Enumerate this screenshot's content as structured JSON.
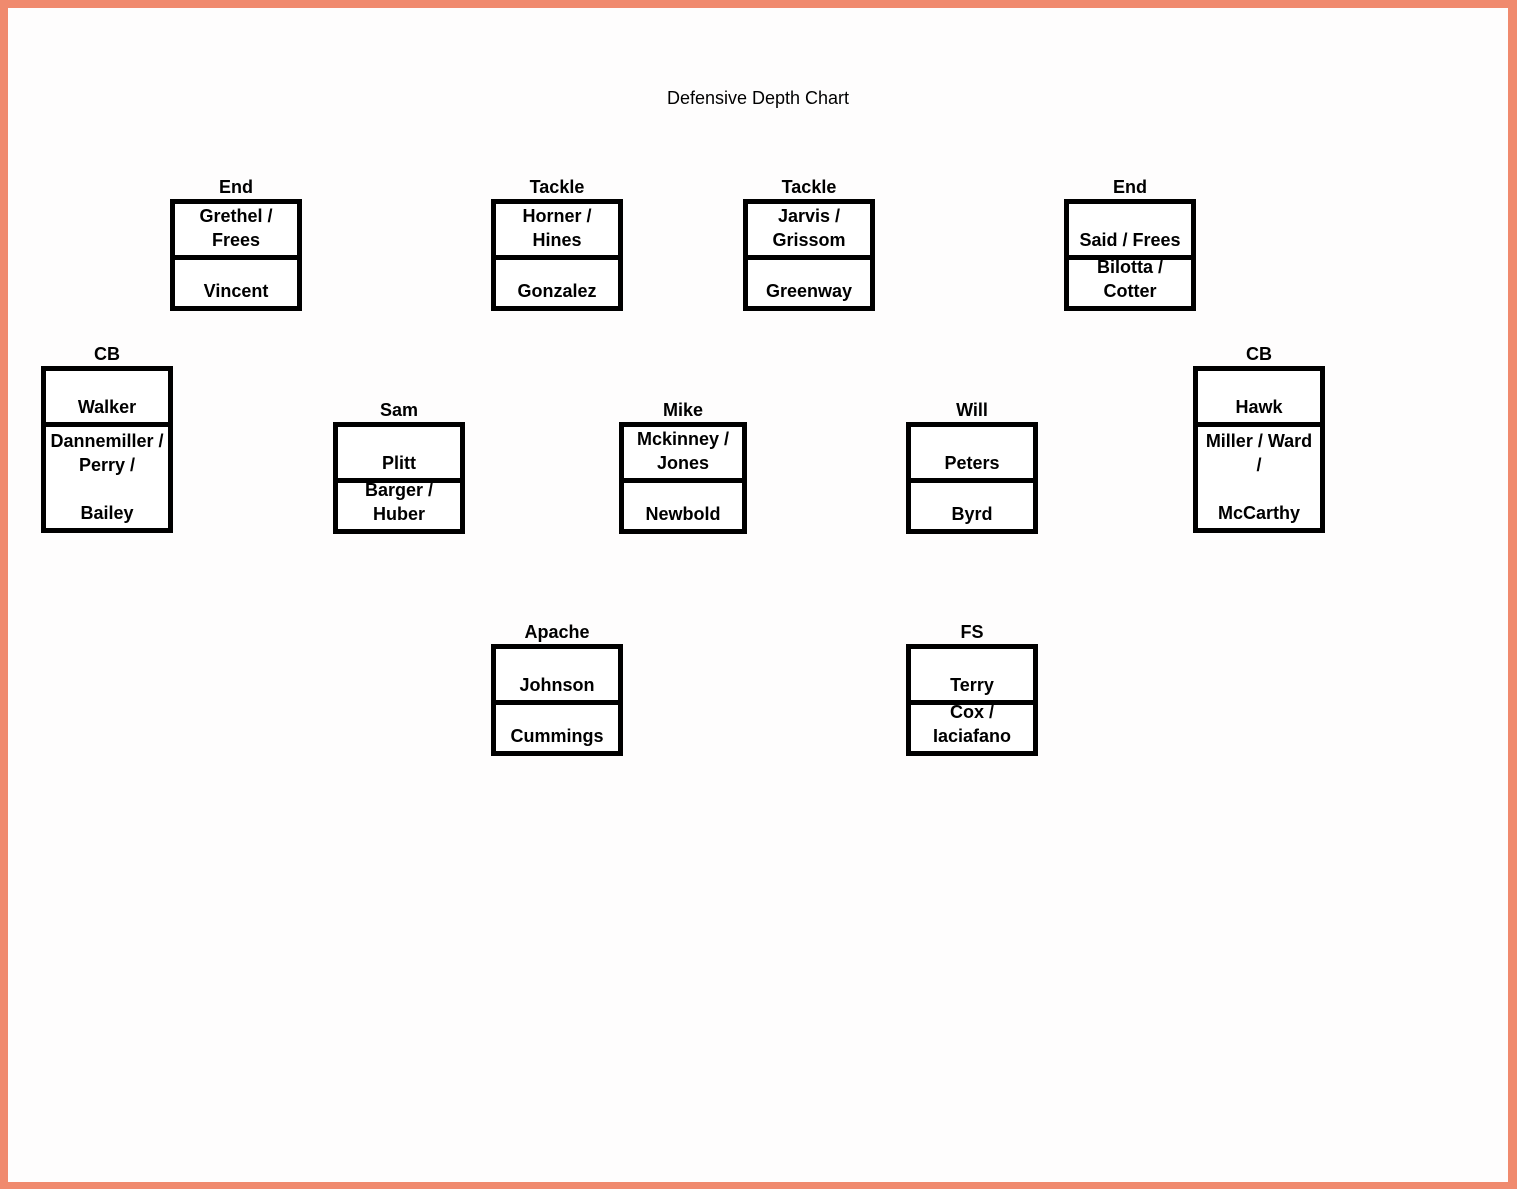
{
  "title": "Defensive Depth Chart",
  "positions": {
    "end_left": {
      "label": "End",
      "players": [
        "Grethel /\nFrees",
        "Vincent"
      ]
    },
    "tackle_left": {
      "label": "Tackle",
      "players": [
        "Horner /\nHines",
        "Gonzalez"
      ]
    },
    "tackle_right": {
      "label": "Tackle",
      "players": [
        "Jarvis /\nGrissom",
        "Greenway"
      ]
    },
    "end_right": {
      "label": "End",
      "players": [
        "Said / Frees",
        "Bilotta /\nCotter"
      ]
    },
    "cb_left": {
      "label": "CB",
      "players": [
        "Walker",
        "Dannemiller /\nPerry /\n\nBailey"
      ]
    },
    "sam": {
      "label": "Sam",
      "players": [
        "Plitt",
        "Barger /\nHuber"
      ]
    },
    "mike": {
      "label": "Mike",
      "players": [
        "Mckinney /\nJones",
        "Newbold"
      ]
    },
    "will": {
      "label": "Will",
      "players": [
        "Peters",
        "Byrd"
      ]
    },
    "cb_right": {
      "label": "CB",
      "players": [
        "Hawk",
        "Miller / Ward\n/\n\nMcCarthy"
      ]
    },
    "apache": {
      "label": "Apache",
      "players": [
        "Johnson",
        "Cummings"
      ]
    },
    "fs": {
      "label": "FS",
      "players": [
        "Terry",
        "Cox /\nIaciafano"
      ]
    }
  }
}
